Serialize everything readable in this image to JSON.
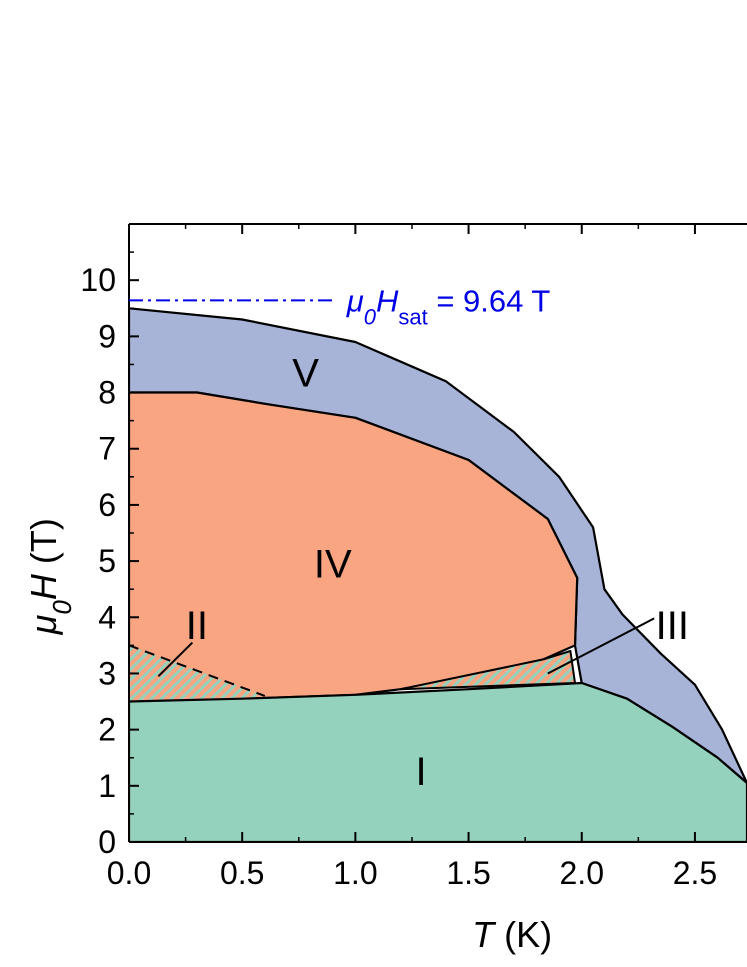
{
  "chart_data": {
    "type": "area",
    "title": "",
    "xlabel": {
      "symbol": "T",
      "unit": " (K)"
    },
    "ylabel": {
      "symbol_main": "μ",
      "symbol_sub": "0",
      "symbol_rest": "H",
      "unit": " (T)"
    },
    "xlim": [
      0,
      2.73
    ],
    "ylim": [
      0,
      11
    ],
    "x_ticks": [
      "0.0",
      "0.5",
      "1.0",
      "1.5",
      "2.0",
      "2.5"
    ],
    "y_ticks": [
      "0",
      "1",
      "2",
      "3",
      "4",
      "5",
      "6",
      "7",
      "8",
      "9",
      "10"
    ],
    "grid": false,
    "saturation": {
      "value": 9.64,
      "label_main": "μ",
      "label_sub0": "0",
      "label_H": "H",
      "label_sub": "sat",
      "label_rest": " = 9.64 T",
      "x_range": [
        0,
        0.9
      ],
      "color": "#0000e6"
    },
    "colors": {
      "I": "#94d2bd",
      "IV": "#f9a582",
      "V": "#a7b4d8",
      "hatch": "#94d2bd",
      "outline": "#000000"
    },
    "regions": {
      "I": {
        "label": "I",
        "label_at": [
          1.29,
          1.2
        ],
        "boundary": [
          [
            0.0,
            2.5
          ],
          [
            0.5,
            2.55
          ],
          [
            1.0,
            2.62
          ],
          [
            1.5,
            2.72
          ],
          [
            2.0,
            2.83
          ],
          [
            2.2,
            2.55
          ],
          [
            2.4,
            2.05
          ],
          [
            2.6,
            1.5
          ],
          [
            2.73,
            1.05
          ],
          [
            2.73,
            0.0
          ],
          [
            0.0,
            0.0
          ]
        ]
      },
      "V": {
        "label": "V",
        "label_at": [
          0.78,
          8.3
        ],
        "boundary": [
          [
            0.0,
            9.5
          ],
          [
            0.5,
            9.3
          ],
          [
            1.0,
            8.9
          ],
          [
            1.4,
            8.2
          ],
          [
            1.7,
            7.3
          ],
          [
            1.9,
            6.5
          ],
          [
            2.05,
            5.6
          ],
          [
            2.1,
            4.5
          ],
          [
            2.18,
            4.05
          ],
          [
            2.35,
            3.35
          ],
          [
            2.5,
            2.8
          ],
          [
            2.62,
            2.0
          ],
          [
            2.73,
            1.05
          ],
          [
            2.6,
            1.5
          ],
          [
            2.4,
            2.05
          ],
          [
            2.2,
            2.55
          ],
          [
            2.0,
            2.83
          ],
          [
            1.97,
            3.5
          ],
          [
            1.98,
            4.7
          ],
          [
            1.85,
            5.75
          ],
          [
            1.5,
            6.8
          ],
          [
            1.0,
            7.55
          ],
          [
            0.6,
            7.8
          ],
          [
            0.3,
            8.0
          ],
          [
            0.0,
            8.0
          ]
        ]
      },
      "IV": {
        "label": "IV",
        "label_at": [
          0.9,
          4.9
        ],
        "boundary": [
          [
            0.0,
            8.0
          ],
          [
            0.3,
            8.0
          ],
          [
            0.6,
            7.8
          ],
          [
            1.0,
            7.55
          ],
          [
            1.5,
            6.8
          ],
          [
            1.85,
            5.75
          ],
          [
            1.98,
            4.7
          ],
          [
            1.97,
            3.5
          ],
          [
            1.83,
            3.25
          ],
          [
            1.5,
            2.95
          ],
          [
            1.2,
            2.72
          ],
          [
            1.0,
            2.62
          ],
          [
            0.5,
            2.55
          ],
          [
            0.0,
            2.5
          ]
        ]
      },
      "II": {
        "label": "II",
        "label_at": [
          0.3,
          3.8
        ],
        "dashed_boundary": [
          [
            0.0,
            3.5
          ],
          [
            0.6,
            2.6
          ]
        ],
        "leader": [
          [
            0.28,
            3.55
          ],
          [
            0.13,
            2.95
          ]
        ]
      },
      "III": {
        "label": "III",
        "label_at": [
          2.4,
          3.8
        ],
        "boundary": [
          [
            1.2,
            2.72
          ],
          [
            1.83,
            3.25
          ],
          [
            1.95,
            3.4
          ],
          [
            1.97,
            2.83
          ]
        ],
        "leader": [
          [
            2.32,
            3.98
          ],
          [
            1.85,
            3.0
          ]
        ]
      }
    }
  }
}
